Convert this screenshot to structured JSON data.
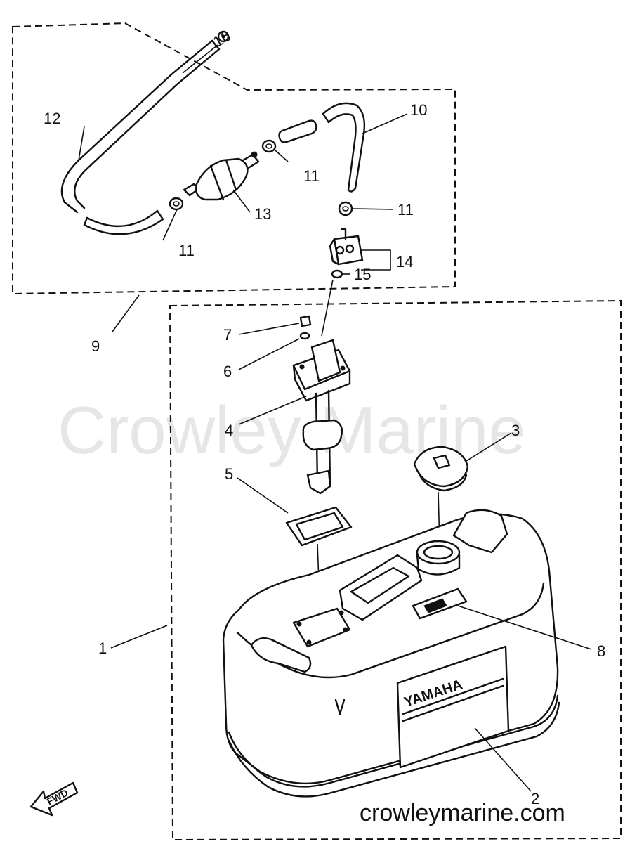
{
  "watermark": "Crowley Marine",
  "website": "crowleymarine.com",
  "brand_label": "YAMAHA",
  "direction_label": "FWD",
  "callouts": {
    "c1": "1",
    "c2": "2",
    "c3": "3",
    "c4": "4",
    "c5": "5",
    "c6": "6",
    "c7": "7",
    "c8": "8",
    "c9": "9",
    "c10": "10",
    "c11a": "11",
    "c11b": "11",
    "c11c": "11",
    "c12": "12",
    "c13": "13",
    "c14": "14",
    "c15": "15",
    "c16": "16"
  }
}
